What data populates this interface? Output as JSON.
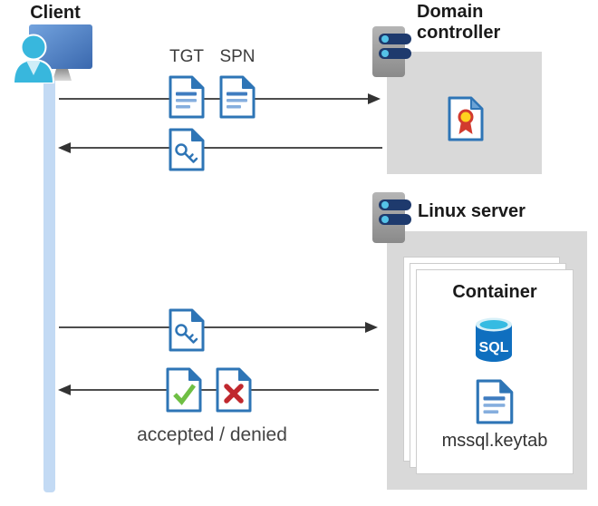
{
  "diagram": {
    "client": {
      "label": "Client"
    },
    "domain_controller": {
      "label": "Domain controller"
    },
    "linux_server": {
      "label": "Linux server"
    },
    "container": {
      "label": "Container",
      "sql_label": "SQL",
      "keytab_label": "mssql.keytab"
    },
    "flows": {
      "tgt_label": "TGT",
      "spn_label": "SPN",
      "result_label": "accepted / denied"
    }
  },
  "colors": {
    "box_gray": "#d9d9d9",
    "doc_border_blue": "#2e75b6",
    "doc_line_light": "#85aede",
    "doc_line_dark": "#3f7cc0",
    "check_green": "#6fbf44",
    "deny_red": "#c0282e",
    "sql_body_blue": "#0f6fbf",
    "sql_top_cyan": "#35bbe2",
    "cert_gold": "#ffd21e",
    "cert_red": "#d23b2e",
    "server_bar_navy": "#1e3a6d",
    "server_dot_cyan": "#55c3e8",
    "person_cyan": "#38b7dd",
    "lifeline_blue": "#c3daf4",
    "arrow_gray": "#4d4d4d"
  }
}
